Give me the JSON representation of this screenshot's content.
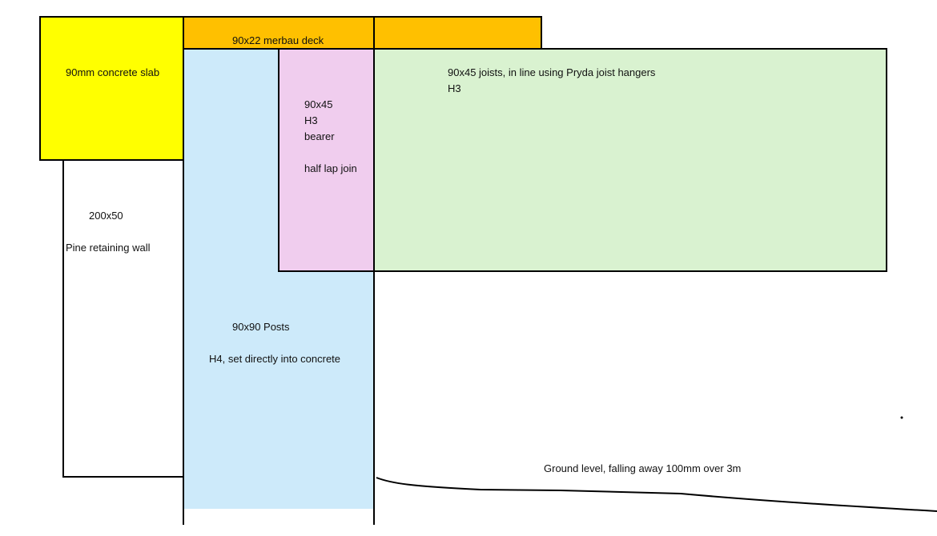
{
  "colors": {
    "slab": "#ffff00",
    "deck": "#ffc000",
    "posts": "#cdeafa",
    "bearer": "#f0cdee",
    "joists": "#d9f2d0",
    "outline": "#000000",
    "background": "#ffffff"
  },
  "labels": {
    "slab": "90mm concrete slab",
    "deck": "90x22 merbau deck",
    "joists_line1": "90x45 joists, in line using Pryda joist hangers",
    "joists_line2": "H3",
    "bearer_line1": "90x45",
    "bearer_line2": "H3",
    "bearer_line3": "bearer",
    "bearer_line4": "half lap join",
    "wall_line1": "200x50",
    "wall_line2": "Pine retaining wall",
    "posts_line1": "90x90 Posts",
    "posts_line2": "H4, set directly into concrete",
    "ground": "Ground level, falling away 100mm over 3m"
  }
}
